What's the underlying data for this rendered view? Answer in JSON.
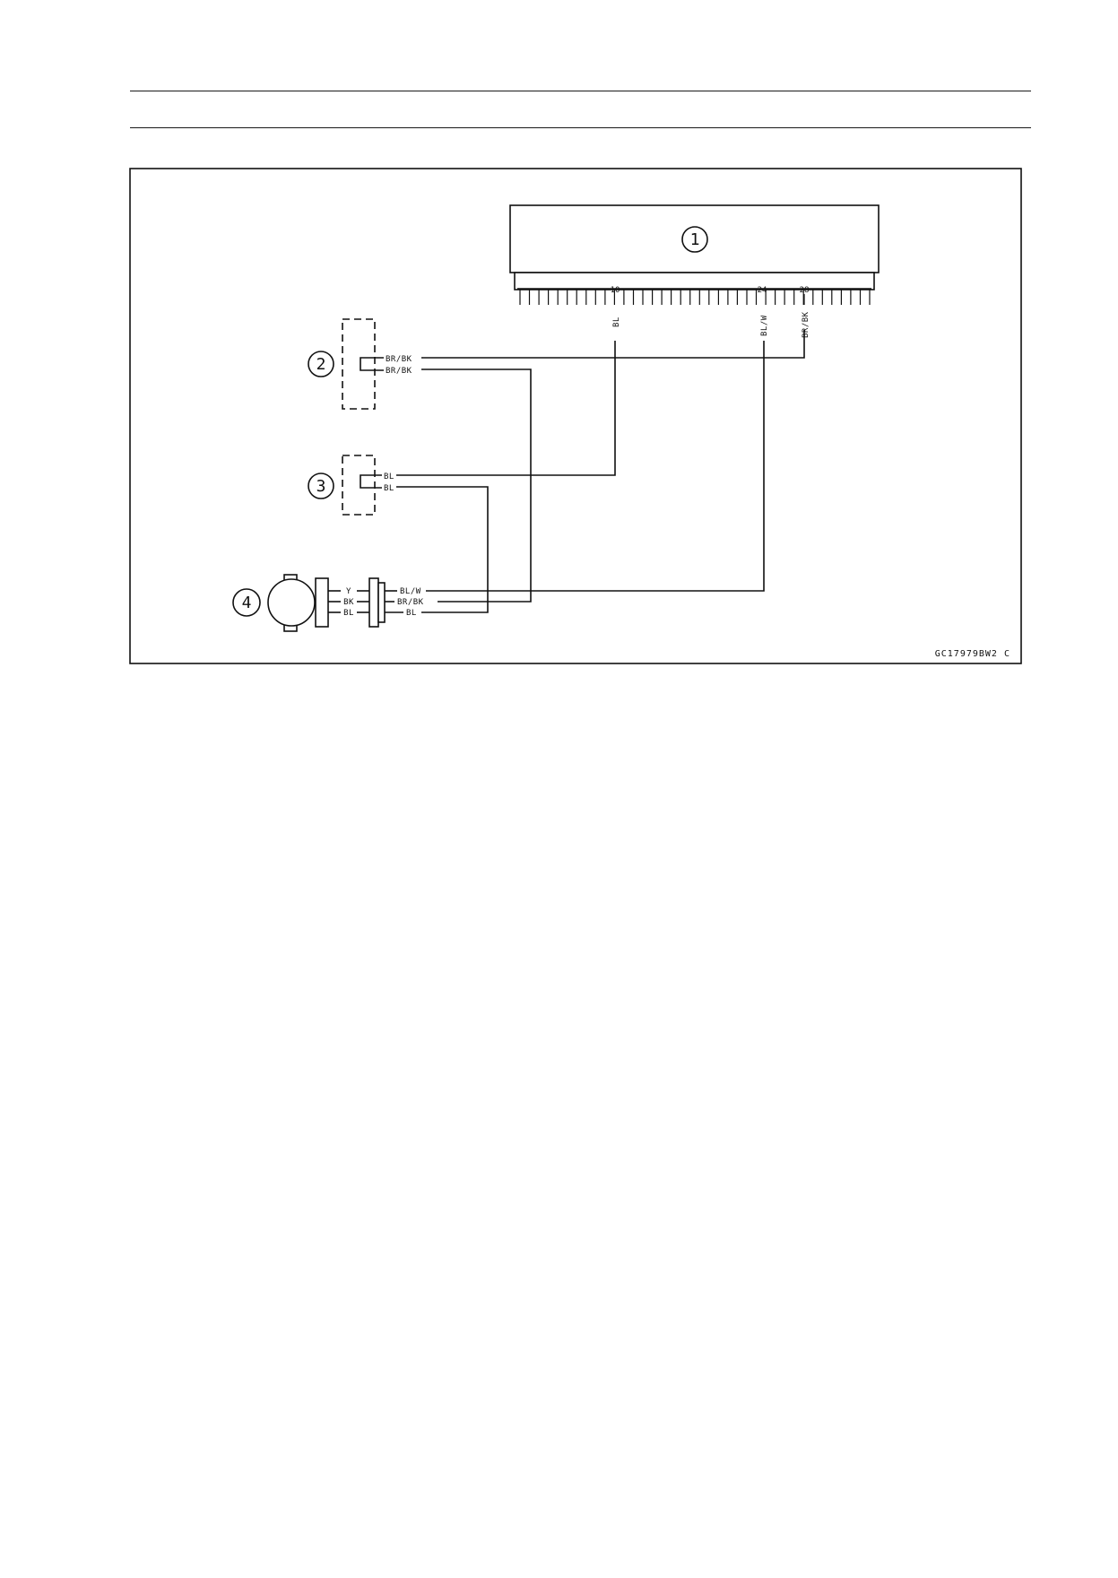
{
  "callouts": {
    "c1": "1",
    "c2": "2",
    "c3": "3",
    "c4": "4"
  },
  "ecu": {
    "pins": {
      "p10": "10",
      "p24": "24",
      "p28": "28"
    }
  },
  "wires": {
    "ecu_10": "BL",
    "ecu_24": "BL/W",
    "ecu_28": "BR/BK",
    "c2_top": "BR/BK",
    "c2_bottom": "BR/BK",
    "c3_top": "BL",
    "c3_bottom": "BL",
    "sensor_y": "Y",
    "sensor_bk": "BK",
    "sensor_bl": "BL",
    "harness_blw": "BL/W",
    "harness_brbk": "BR/BK",
    "harness_bl": "BL"
  },
  "figure_code": "GC17979BW2  C"
}
